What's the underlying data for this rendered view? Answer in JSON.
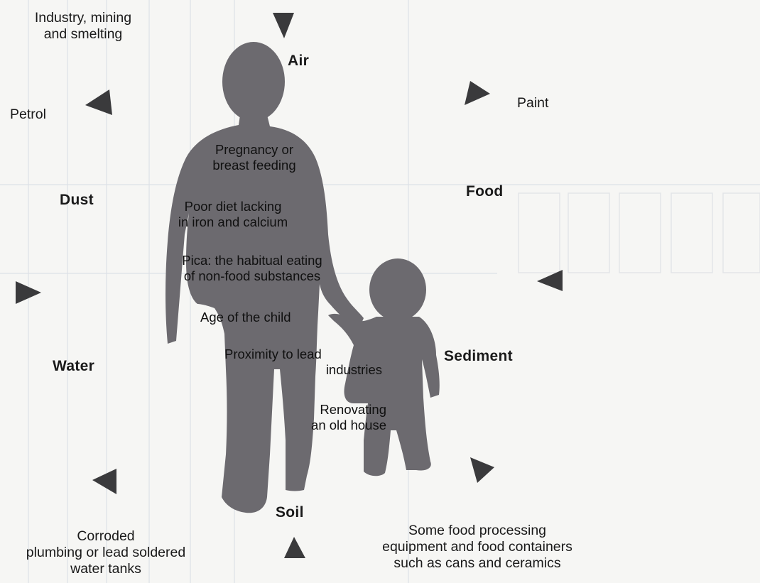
{
  "sources": {
    "air": "Air",
    "paint": "Paint",
    "food": "Food",
    "sediment": "Sediment",
    "soil": "Soil",
    "water": "Water",
    "dust": "Dust",
    "petrol": "Petrol"
  },
  "exposure_sources": {
    "industry_line1": "Industry, mining",
    "industry_line2": "and smelting",
    "plumbing_line1": "Corroded",
    "plumbing_line2": "plumbing or lead soldered",
    "plumbing_line3": "water tanks",
    "food_equipment_line1": "Some food processing",
    "food_equipment_line2": "equipment and food containers",
    "food_equipment_line3": "such as cans and ceramics"
  },
  "risk_factors": {
    "pregnancy_line1": "Pregnancy or",
    "pregnancy_line2": "breast feeding",
    "diet_line1": "Poor diet lacking",
    "diet_line2": "in iron and calcium",
    "pica_line1": "Pica: the habitual eating",
    "pica_line2": "of non-food substances",
    "age": "Age of the child",
    "proximity_line1": "Proximity to lead",
    "proximity_line2": "industries",
    "renovating_line1": "Renovating",
    "renovating_line2": "an old house"
  },
  "colors": {
    "silhouette": "#6c6a6f",
    "arrow": "#3a3a3c",
    "background": "#f6f6f4",
    "grid": "#d9dde3"
  },
  "icons": [
    "arrow-triangle-icon",
    "adult-silhouette",
    "child-silhouette"
  ]
}
